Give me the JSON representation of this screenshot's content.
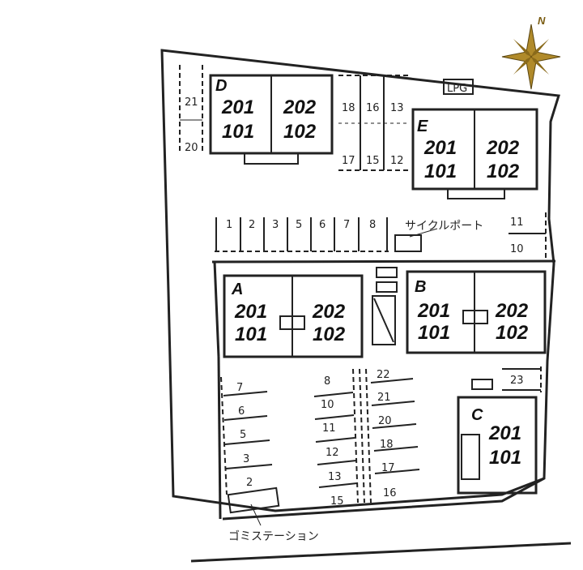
{
  "compass": {
    "north_label": "N",
    "color": "#b08a2a"
  },
  "utility": {
    "lpg_label": "LPG"
  },
  "buildings": {
    "D": {
      "name": "D",
      "rooms": [
        "201",
        "202",
        "101",
        "102"
      ]
    },
    "E": {
      "name": "E",
      "rooms": [
        "201",
        "202",
        "101",
        "102"
      ]
    },
    "A": {
      "name": "A",
      "rooms": [
        "201",
        "202",
        "101",
        "102"
      ]
    },
    "B": {
      "name": "B",
      "rooms": [
        "201",
        "202",
        "101",
        "102"
      ]
    },
    "C": {
      "name": "C",
      "rooms": [
        "201",
        "101"
      ]
    }
  },
  "parking": {
    "left_top": [
      "21",
      "20"
    ],
    "top_middle_upper": [
      "18",
      "16",
      "13"
    ],
    "top_middle_lower": [
      "17",
      "15",
      "12"
    ],
    "row_middle": [
      "1",
      "2",
      "3",
      "5",
      "6",
      "7",
      "8"
    ],
    "right_middle": [
      "11",
      "10"
    ],
    "left_column": [
      "7",
      "6",
      "5",
      "3",
      "2"
    ],
    "center_left_column": [
      "8",
      "10",
      "11",
      "12",
      "13",
      "15"
    ],
    "center_right_column": [
      "22",
      "21",
      "20",
      "18",
      "17",
      "16"
    ],
    "right_single": [
      "23"
    ]
  },
  "facilities": {
    "cycle_port": "サイクルポート",
    "garbage_station": "ゴミステーション"
  }
}
